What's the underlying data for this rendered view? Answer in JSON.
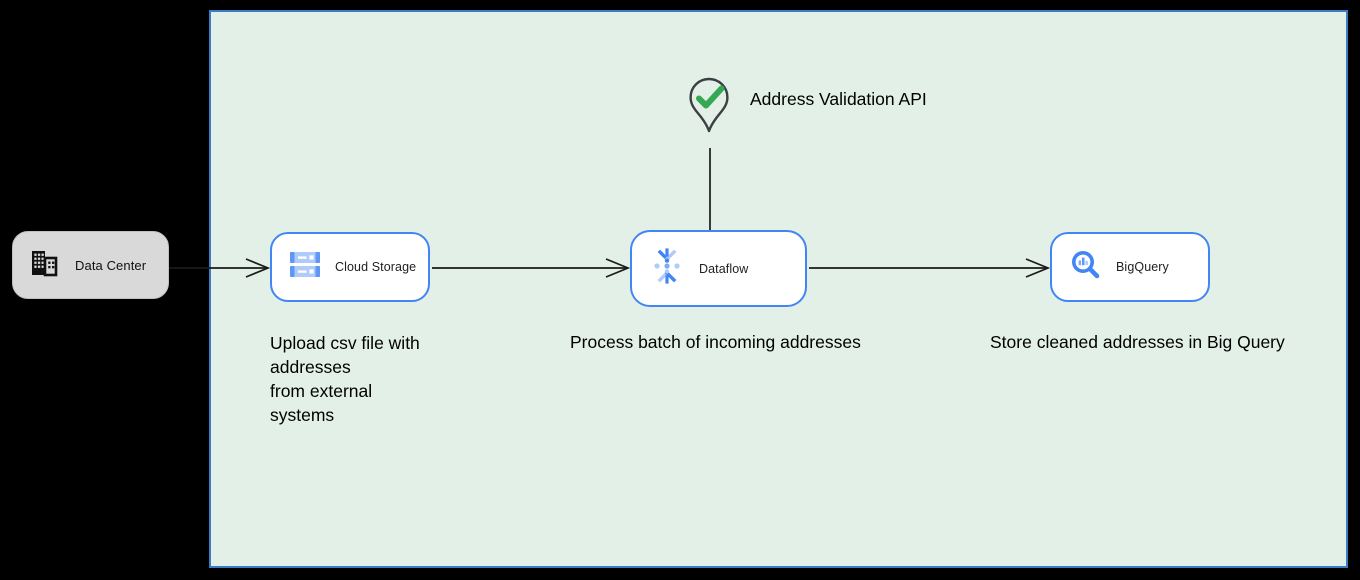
{
  "external": {
    "data_center": {
      "label": "Data Center"
    }
  },
  "pipeline": {
    "cloud_storage": {
      "label": "Cloud Storage",
      "description": "Upload csv file with\naddresses\nfrom external\nsystems"
    },
    "dataflow": {
      "label": "Dataflow",
      "description": "Process batch of incoming addresses"
    },
    "bigquery": {
      "label": "BigQuery",
      "description": "Store cleaned addresses in Big Query"
    },
    "address_validation": {
      "label": "Address Validation API"
    }
  },
  "icons": {
    "data_center": "building-icon",
    "cloud_storage": "storage-bars-icon",
    "dataflow": "dataflow-strand-icon",
    "bigquery": "magnifier-chart-icon",
    "address_validation": "map-pin-check-icon"
  },
  "colors": {
    "background": "#000000",
    "boundary_fill": "#e3f0e8",
    "boundary_border": "#3b7dc4",
    "node_border": "#4285f4",
    "node_fill": "#ffffff",
    "data_center_fill": "#d9d9d9",
    "icon_blue_dark": "#4285f4",
    "icon_blue_mid": "#7baaf7",
    "icon_blue_light": "#aecbfa",
    "pin_outline": "#3c4043",
    "check_green": "#34a853",
    "connector": "#1a1a1a"
  }
}
